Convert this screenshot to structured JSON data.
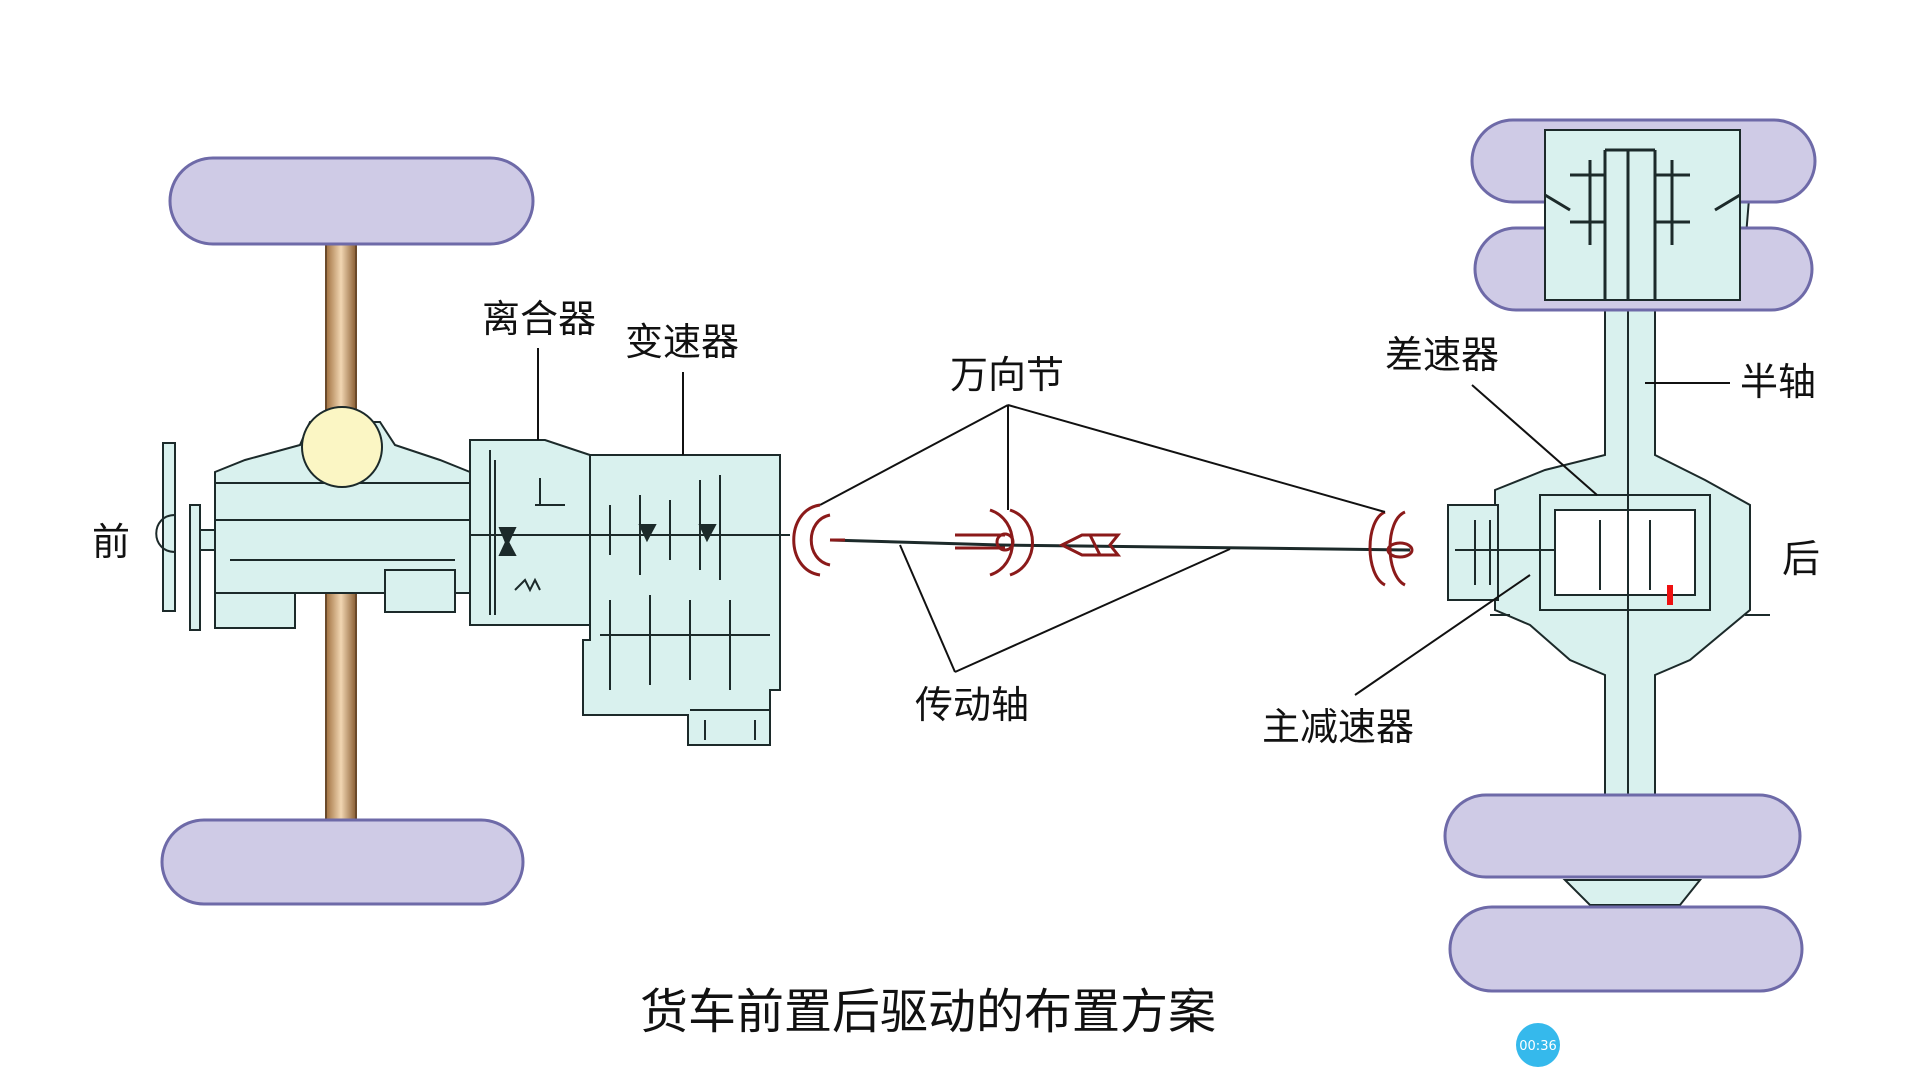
{
  "labels": {
    "front": "前",
    "rear": "后",
    "clutch": "离合器",
    "gearbox": "变速器",
    "universal_joint": "万向节",
    "differential": "差速器",
    "half_shaft": "半轴",
    "drive_shaft": "传动轴",
    "final_drive": "主减速器"
  },
  "caption": "货车前置后驱动的布置方案",
  "playback_timer": "00:36",
  "colors": {
    "tire_fill": "#cfcbe6",
    "tire_stroke": "#6e6aa8",
    "body_fill": "#d9f1ee",
    "axle_fill": "#c49363",
    "engine_head": "#fbf6c4",
    "joint_color": "#8b1a1a",
    "timer_badge": "#35b9ec"
  }
}
